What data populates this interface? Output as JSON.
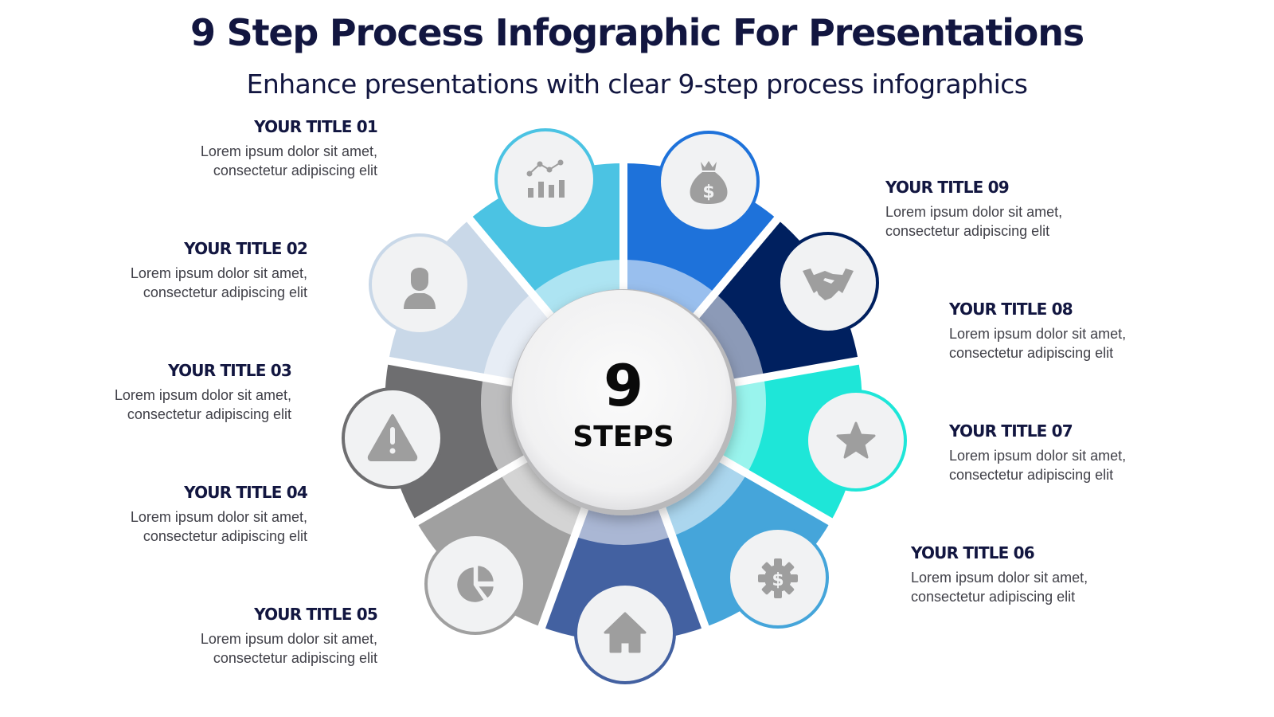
{
  "header": {
    "title": "9 Step Process Infographic For Presentations",
    "subtitle": "Enhance presentations with clear 9-step process infographics"
  },
  "center": {
    "number": "9",
    "label": "STEPS"
  },
  "steps": [
    {
      "title": "YOUR TITLE 01",
      "line1": "Lorem ipsum dolor sit amet,",
      "line2": "consectetur adipiscing elit",
      "icon": "chart-growth-icon",
      "color": "#4BC3E3"
    },
    {
      "title": "YOUR TITLE 02",
      "line1": "Lorem ipsum dolor sit amet,",
      "line2": "consectetur adipiscing elit",
      "icon": "user-icon",
      "color": "#C9D8E8"
    },
    {
      "title": "YOUR TITLE 03",
      "line1": "Lorem ipsum dolor sit amet,",
      "line2": "consectetur adipiscing elit",
      "icon": "warning-icon",
      "color": "#6E6E70"
    },
    {
      "title": "YOUR TITLE 04",
      "line1": "Lorem ipsum dolor sit amet,",
      "line2": "consectetur adipiscing elit",
      "icon": "pie-chart-icon",
      "color": "#A0A0A0"
    },
    {
      "title": "YOUR TITLE 05",
      "line1": "Lorem ipsum dolor sit amet,",
      "line2": "consectetur adipiscing elit",
      "icon": "home-icon",
      "color": "#4361A1"
    },
    {
      "title": "YOUR TITLE 06",
      "line1": "Lorem ipsum dolor sit amet,",
      "line2": "consectetur adipiscing elit",
      "icon": "gear-dollar-icon",
      "color": "#45A5DA"
    },
    {
      "title": "YOUR TITLE 07",
      "line1": "Lorem ipsum dolor sit amet,",
      "line2": "consectetur adipiscing elit",
      "icon": "star-icon",
      "color": "#1EE6D8"
    },
    {
      "title": "YOUR TITLE 08",
      "line1": "Lorem ipsum dolor sit amet,",
      "line2": "consectetur adipiscing elit",
      "icon": "handshake-icon",
      "color": "#00205F"
    },
    {
      "title": "YOUR TITLE 09",
      "line1": "Lorem ipsum dolor sit amet,",
      "line2": "consectetur adipiscing elit",
      "icon": "money-bag-icon",
      "color": "#1E72DA"
    }
  ]
}
